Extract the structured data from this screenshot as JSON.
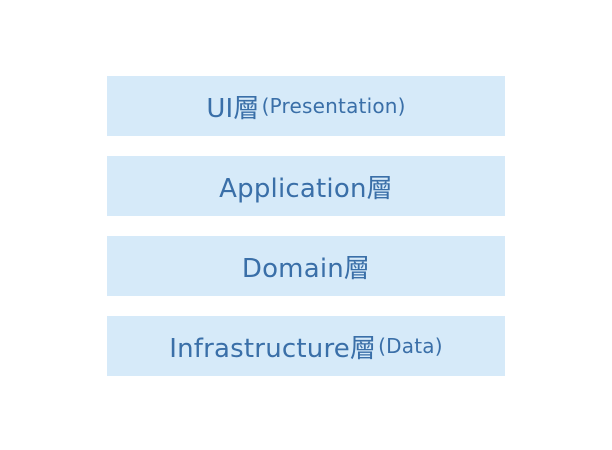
{
  "layers": [
    {
      "label": "UI層",
      "suffix": "(Presentation)"
    },
    {
      "label": "Application層",
      "suffix": ""
    },
    {
      "label": "Domain層",
      "suffix": ""
    },
    {
      "label": "Infrastructure層",
      "suffix": "(Data)"
    }
  ],
  "colors": {
    "box_fill": "#d6eaf9",
    "text": "#3a6fa8",
    "background": "#ffffff"
  }
}
